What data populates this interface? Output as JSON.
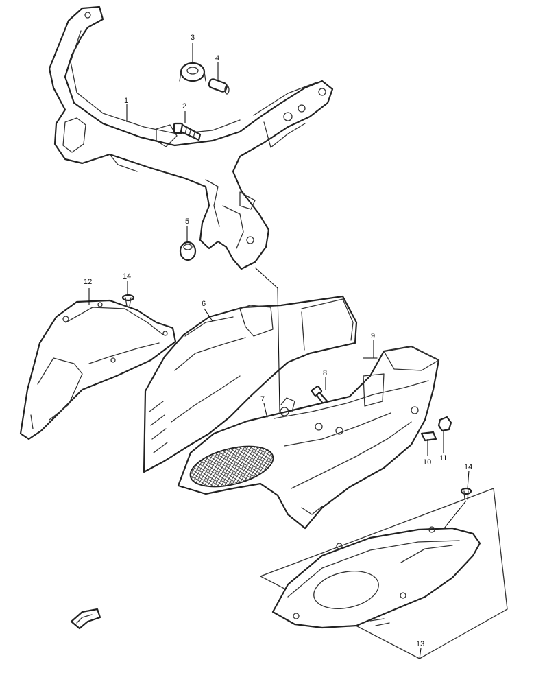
{
  "labels": {
    "p1": "1",
    "p2": "2",
    "p3": "3",
    "p4": "4",
    "p5": "5",
    "p6": "6",
    "p7": "7",
    "p8": "8",
    "p9": "9",
    "p10": "10",
    "p11": "11",
    "p12": "12",
    "p13": "13",
    "p14a": "14",
    "p14b": "14"
  },
  "icons": {
    "front_indicator": "front-arrow-icon"
  },
  "colors": {
    "line": "#222222",
    "background": "#ffffff"
  }
}
